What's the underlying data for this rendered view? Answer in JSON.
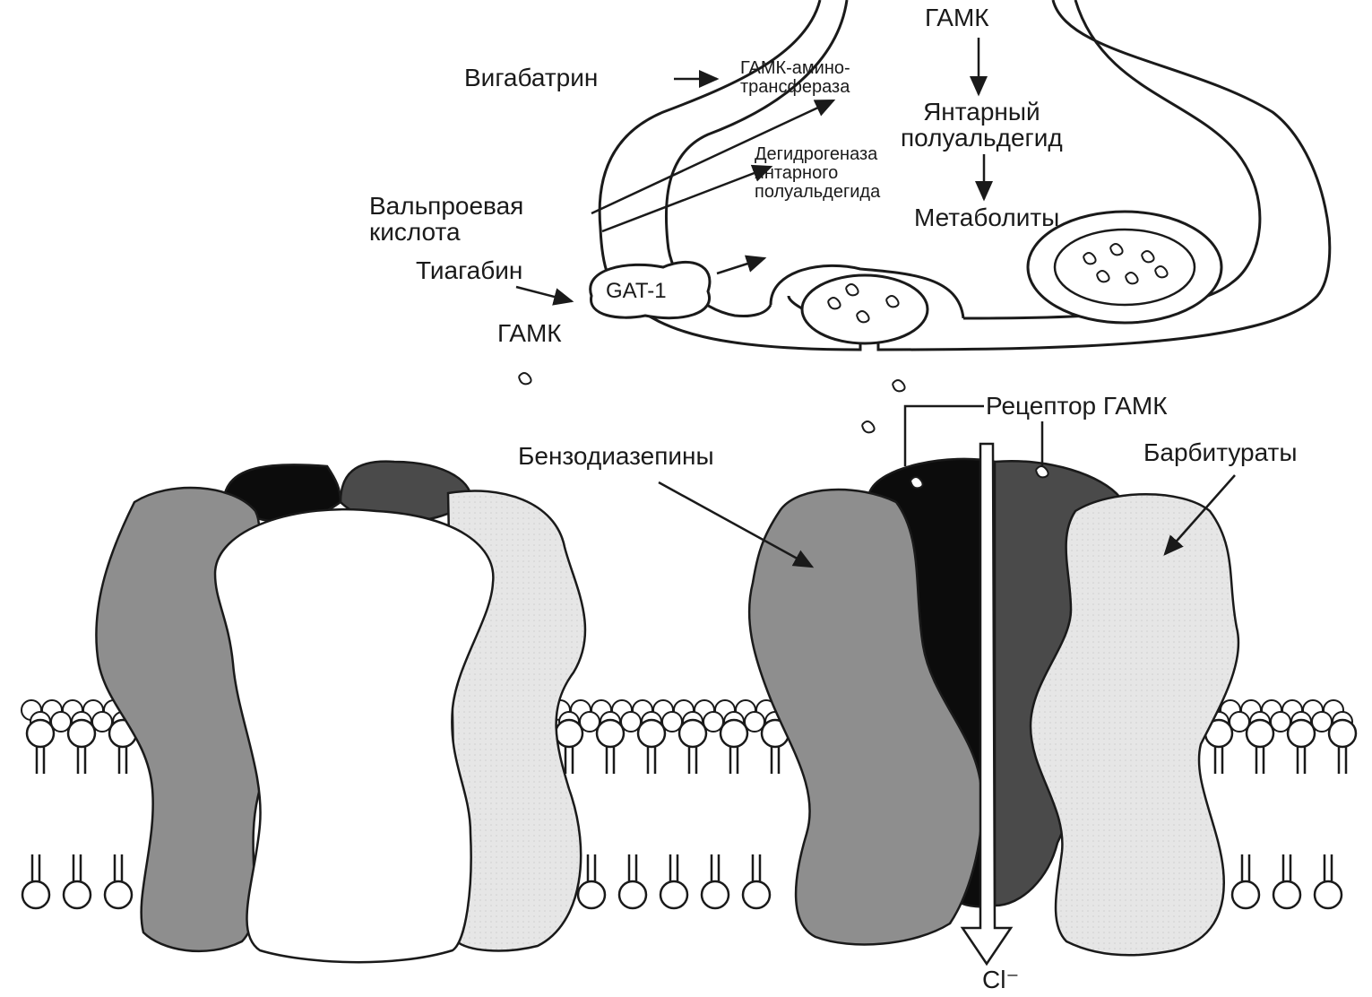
{
  "labels": {
    "gaba_top": "ГАМК",
    "vigabatrin": "Вигабатрин",
    "gaba_transaminase": "ГАМК-амино-\nтрансфераза",
    "succinic_semialdehyde": "Янтарный\nполуальдегид",
    "ssadh": "Дегидрогеназа\nянтарного\nполуальдегида",
    "valproic_acid": "Вальпроевая\nкислота",
    "metabolites": "Метаболиты",
    "tiagabine": "Тиагабин",
    "gat1": "GAT-1",
    "gaba_bottom": "ГАМК",
    "gaba_receptor": "Рецептор ГАМК",
    "benzodiazepines": "Бензодиазепины",
    "barbiturates": "Барбитураты",
    "chloride": "Cl⁻"
  }
}
